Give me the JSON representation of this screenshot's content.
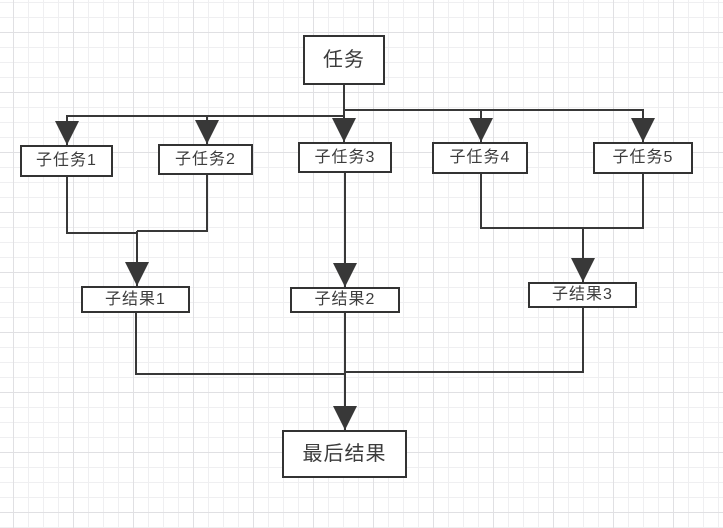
{
  "diagram": {
    "title": "task-decomposition-flowchart",
    "nodes": [
      {
        "id": "task",
        "label": "任务"
      },
      {
        "id": "subtask1",
        "label": "子任务1"
      },
      {
        "id": "subtask2",
        "label": "子任务2"
      },
      {
        "id": "subtask3",
        "label": "子任务3"
      },
      {
        "id": "subtask4",
        "label": "子任务4"
      },
      {
        "id": "subtask5",
        "label": "子任务5"
      },
      {
        "id": "result1",
        "label": "子结果1"
      },
      {
        "id": "result2",
        "label": "子结果2"
      },
      {
        "id": "result3",
        "label": "子结果3"
      },
      {
        "id": "final",
        "label": "最后结果"
      }
    ],
    "edges": [
      {
        "from": "task",
        "to": "subtask1"
      },
      {
        "from": "task",
        "to": "subtask2"
      },
      {
        "from": "task",
        "to": "subtask3"
      },
      {
        "from": "task",
        "to": "subtask4"
      },
      {
        "from": "task",
        "to": "subtask5"
      },
      {
        "from": "subtask1",
        "to": "result1"
      },
      {
        "from": "subtask2",
        "to": "result1"
      },
      {
        "from": "subtask3",
        "to": "result2"
      },
      {
        "from": "subtask4",
        "to": "result3"
      },
      {
        "from": "subtask5",
        "to": "result3"
      },
      {
        "from": "result1",
        "to": "final"
      },
      {
        "from": "result2",
        "to": "final"
      },
      {
        "from": "result3",
        "to": "final"
      }
    ],
    "colors": {
      "line": "#383838",
      "node_border": "#333333",
      "node_fill": "#ffffff",
      "text": "#3c3c3c",
      "grid_minor": "#efeff1",
      "grid_major": "#e0e0e3",
      "canvas_bg": "#ffffff"
    }
  }
}
